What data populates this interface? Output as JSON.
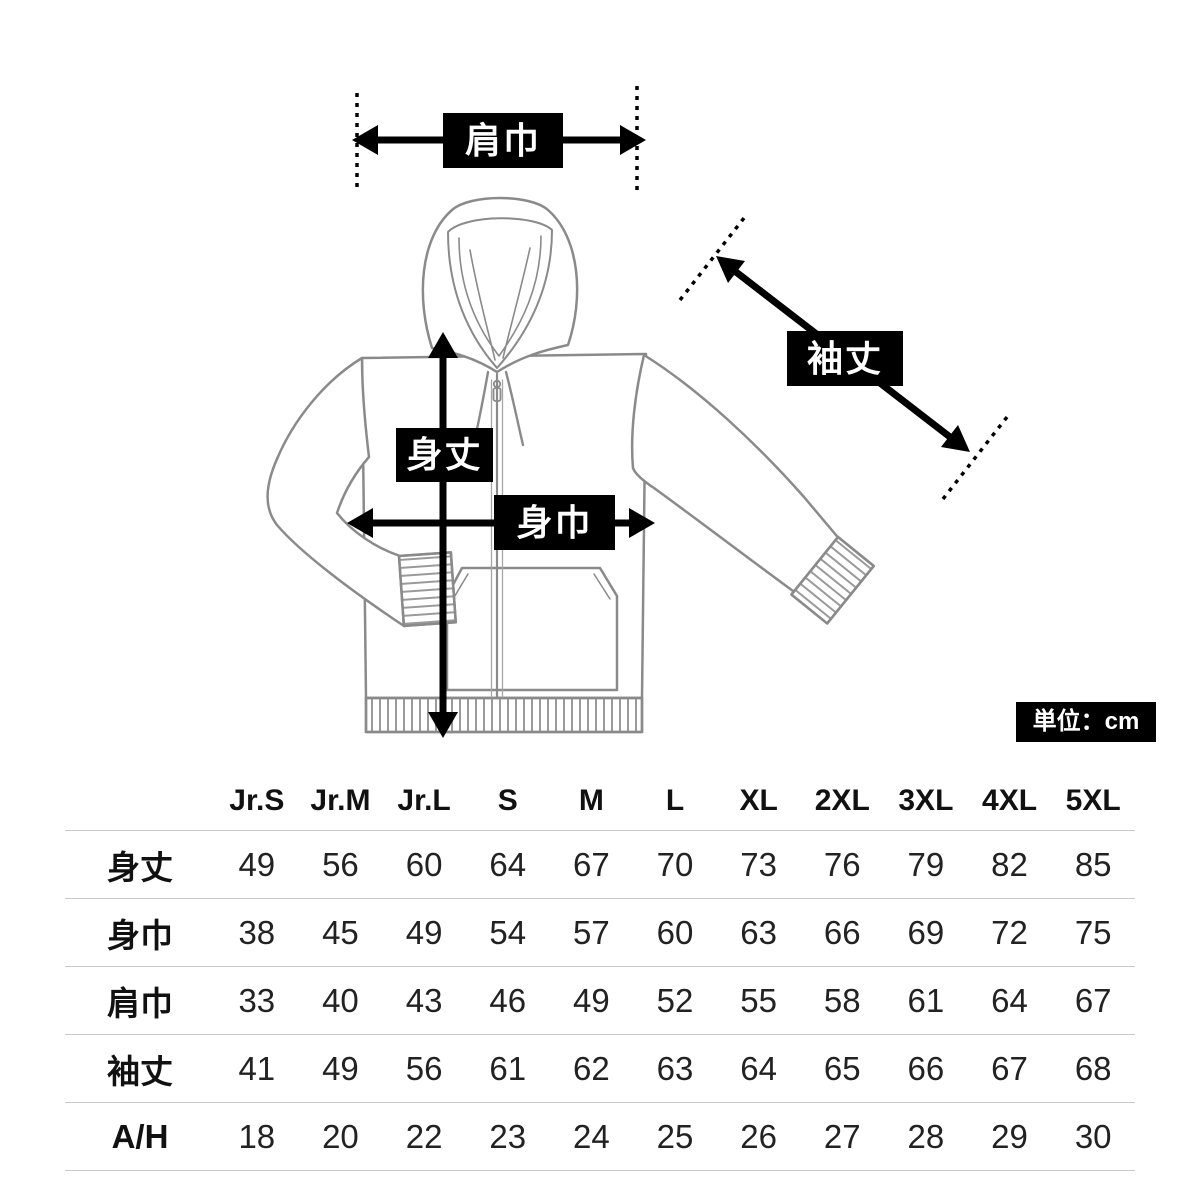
{
  "page": {
    "background": "#ffffff"
  },
  "diagram": {
    "garment": "zip-up hooded sweatshirt line drawing",
    "labels": {
      "shoulder_width": "肩巾",
      "sleeve_length": "袖丈",
      "body_length": "身丈",
      "body_width": "身巾"
    },
    "unit_label": "単位：cm",
    "colors": {
      "label_bg": "#000000",
      "label_text": "#ffffff",
      "line_art": "#8a8a8a",
      "arrow": "#000000",
      "table_divider": "#c9c9c9"
    }
  },
  "chart_data": {
    "type": "table",
    "unit": "cm",
    "columns": [
      "Jr.S",
      "Jr.M",
      "Jr.L",
      "S",
      "M",
      "L",
      "XL",
      "2XL",
      "3XL",
      "4XL",
      "5XL"
    ],
    "rows": [
      {
        "label": "身丈",
        "values": [
          49,
          56,
          60,
          64,
          67,
          70,
          73,
          76,
          79,
          82,
          85
        ]
      },
      {
        "label": "身巾",
        "values": [
          38,
          45,
          49,
          54,
          57,
          60,
          63,
          66,
          69,
          72,
          75
        ]
      },
      {
        "label": "肩巾",
        "values": [
          33,
          40,
          43,
          46,
          49,
          52,
          55,
          58,
          61,
          64,
          67
        ]
      },
      {
        "label": "袖丈",
        "values": [
          41,
          49,
          56,
          61,
          62,
          63,
          64,
          65,
          66,
          67,
          68
        ]
      },
      {
        "label": "A/H",
        "values": [
          18,
          20,
          22,
          23,
          24,
          25,
          26,
          27,
          28,
          29,
          30
        ]
      }
    ]
  }
}
